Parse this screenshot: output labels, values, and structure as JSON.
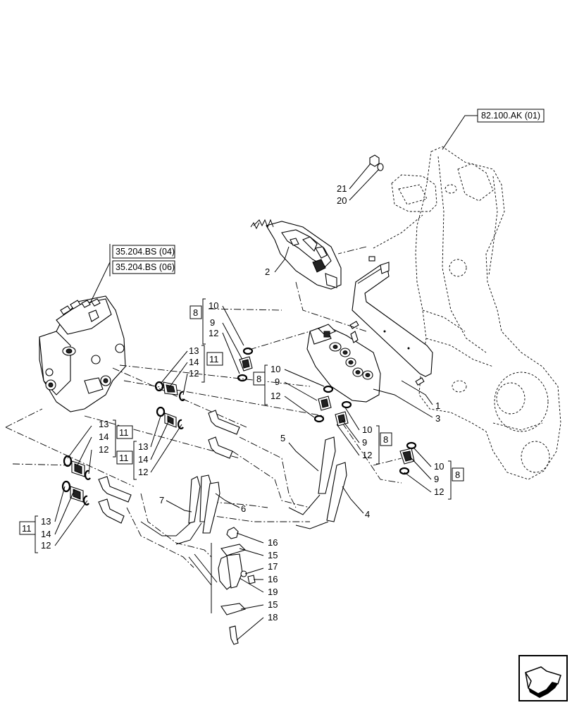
{
  "references": {
    "ref_82_100": "82.100.AK (01)",
    "ref_35_204_04": "35.204.BS (04)",
    "ref_35_204_06": "35.204.BS (06)"
  },
  "callouts": {
    "n1": "1",
    "n2": "2",
    "n3": "3",
    "n4": "4",
    "n5": "5",
    "n6": "6",
    "n7": "7",
    "n8": "8",
    "n9": "9",
    "n10": "10",
    "n11": "11",
    "n12": "12",
    "n13": "13",
    "n14": "14",
    "n15": "15",
    "n16": "16",
    "n17": "17",
    "n18": "18",
    "n19": "19",
    "n20": "20",
    "n21": "21"
  },
  "nav": {
    "icon": "next-page-arrow-icon"
  }
}
